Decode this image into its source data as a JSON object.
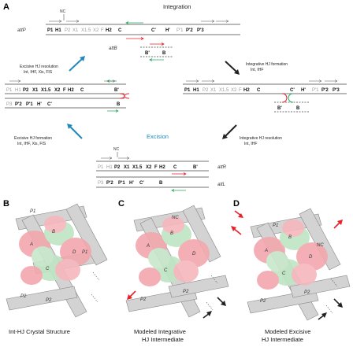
{
  "panel_labels": {
    "a": "A",
    "b": "B",
    "c": "C",
    "d": "D"
  },
  "titles": {
    "integration": "Integration",
    "excision": "Excision"
  },
  "site_labels": {
    "attP": "attP",
    "attB": "attB",
    "attR": "attR",
    "attL": "attL",
    "nc": "NC"
  },
  "attp_row": {
    "p1": "P1",
    "h1": "H1",
    "p2": "P2",
    "x1": "X1",
    "x15": "X1.5",
    "x2": "X2",
    "f": "F",
    "h2": "H2",
    "c": "C",
    "cp": "C'",
    "hp": "H'",
    "pp1": "P'1",
    "pp2": "P'2",
    "pp3": "P'3"
  },
  "attb_row": {
    "bp": "B'",
    "b": "B"
  },
  "left_mid_top": {
    "p1": "P1",
    "h1": "H1",
    "p2": "P2",
    "x1": "X1",
    "x15": "X1.5",
    "x2": "X2",
    "f": "F",
    "h2": "H2",
    "c": "C",
    "bp": "B'"
  },
  "left_mid_bot": {
    "p3": "P3",
    "pp2": "P'2",
    "pp1": "P'1",
    "hp": "H'",
    "cp": "C'",
    "b": "B"
  },
  "right_mid_top": {
    "p1": "P1",
    "h1": "H1",
    "p2": "P2",
    "x1": "X1",
    "x15": "X1.5",
    "x2": "X2",
    "f": "F",
    "h2": "H2",
    "c": "C",
    "cp": "C'",
    "hp": "H'",
    "pp1": "P'1",
    "pp2": "P'2",
    "pp3": "P'3"
  },
  "right_mid_bot": {
    "bp": "B'",
    "b": "B"
  },
  "attr_row": {
    "p1": "P1",
    "h1": "H1",
    "p2": "P2",
    "x1": "X1",
    "x15": "X1.5",
    "x2": "X2",
    "f": "F",
    "h2": "H2",
    "c": "C",
    "bp": "B'"
  },
  "attl_row": {
    "p3": "P3",
    "pp2": "P'2",
    "pp1": "P'1",
    "hp": "H'",
    "cp": "C'",
    "b": "B"
  },
  "arrow_labels": {
    "exc_res_1": "Excisive HJ resolution",
    "exc_res_2": "Int, IHF, Xis, FIS",
    "int_form_1": "Integrative HJ formation",
    "int_form_2": "Int, IHF",
    "exc_form_1": "Excisive HJ formation",
    "exc_form_2": "Int, IHF, Xis, FIS",
    "int_res_1": "Integrative HJ resolution",
    "int_res_2": "Int, IHF"
  },
  "protein_labels": {
    "p1": "P1",
    "p2": "P2",
    "nc": "NC",
    "a": "A",
    "b": "B",
    "c": "C",
    "d": "D"
  },
  "captions": {
    "b": "Int-HJ Crystal Structure",
    "c1": "Modeled Integrative",
    "c2": "HJ Intermediate",
    "d1": "Modeled Excisive",
    "d2": "HJ Intermediate"
  },
  "colors": {
    "blue_arrow": "#2288bb",
    "red": "#e8202a",
    "green": "#2aa860",
    "pink_lobe": "#f2a7ad",
    "green_lobe": "#bfe5c4"
  }
}
